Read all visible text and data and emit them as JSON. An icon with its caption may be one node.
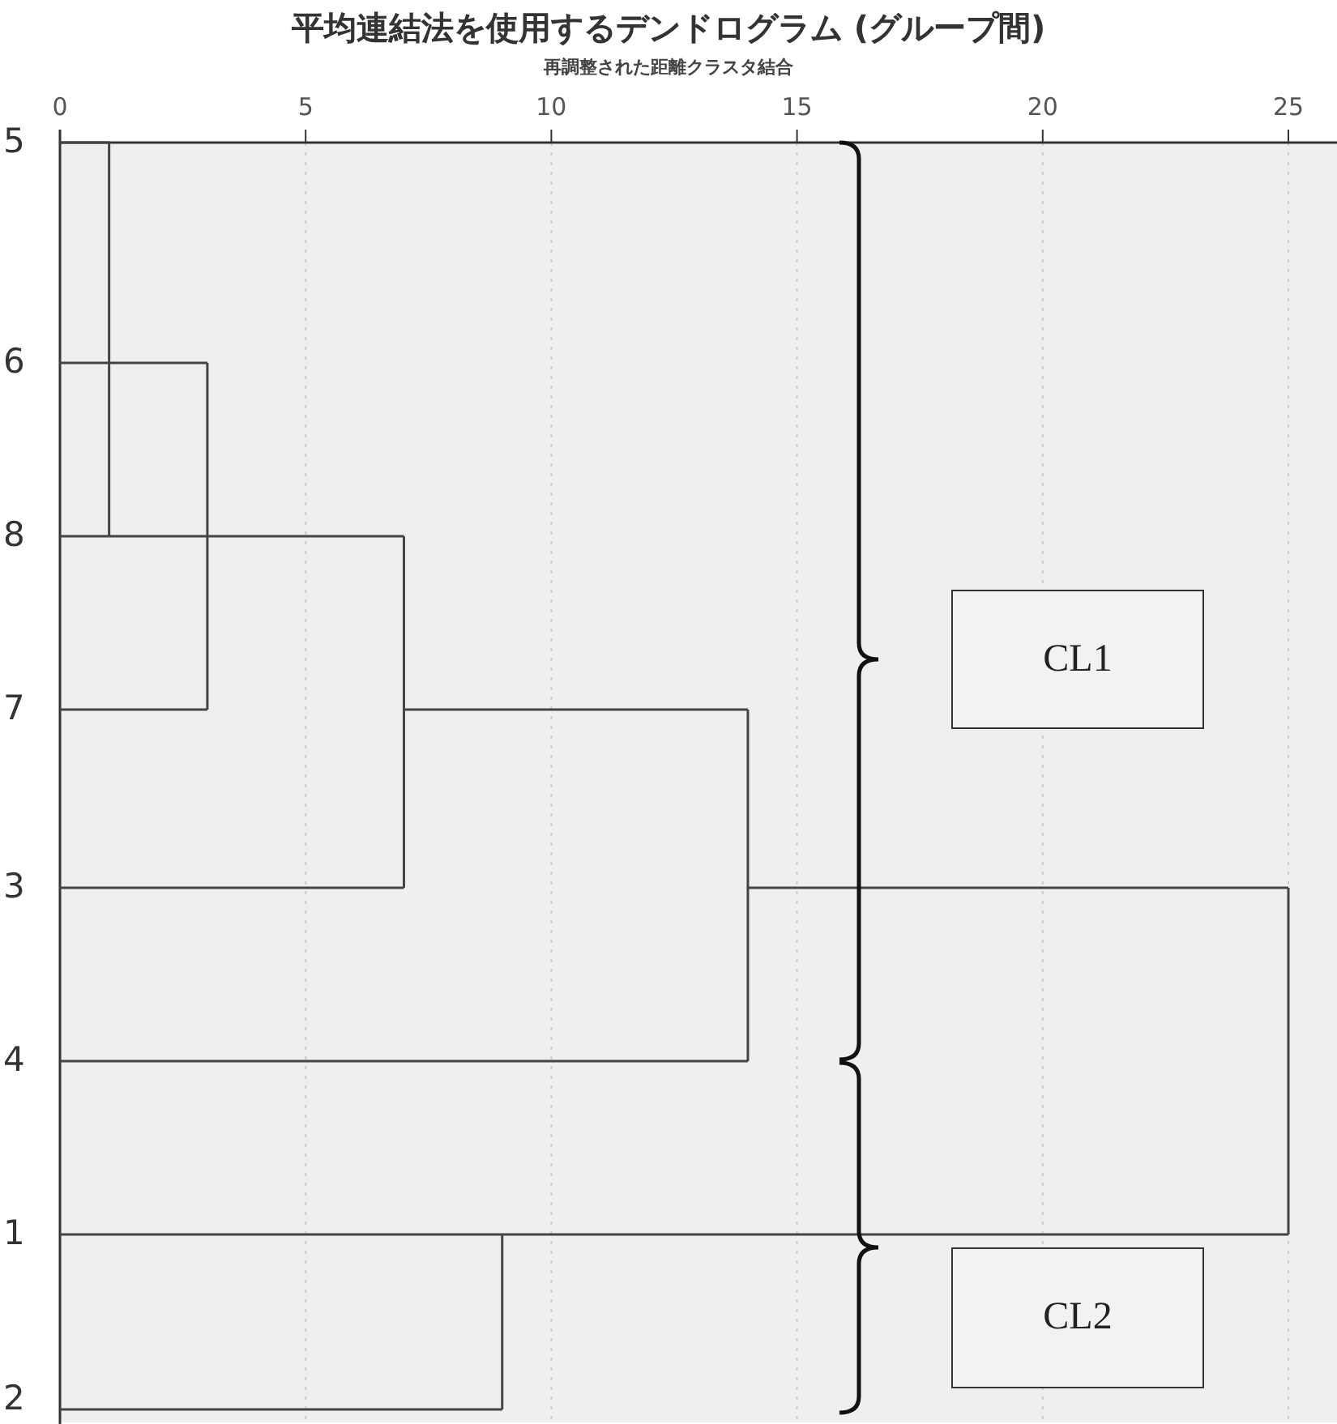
{
  "diagram": {
    "title": "平均連結法を使用するデンドログラム (グループ間)",
    "nodes": [
      {
        "text": [
          "CL1"
        ]
      },
      {
        "text": [
          "CL2"
        ]
      }
    ],
    "labels": [
      "再調整された距離クラスタ結合",
      "0",
      "5",
      "10",
      "15",
      "20",
      "25",
      "5",
      "6",
      "8",
      "7",
      "3",
      "4",
      "1",
      "2"
    ]
  }
}
